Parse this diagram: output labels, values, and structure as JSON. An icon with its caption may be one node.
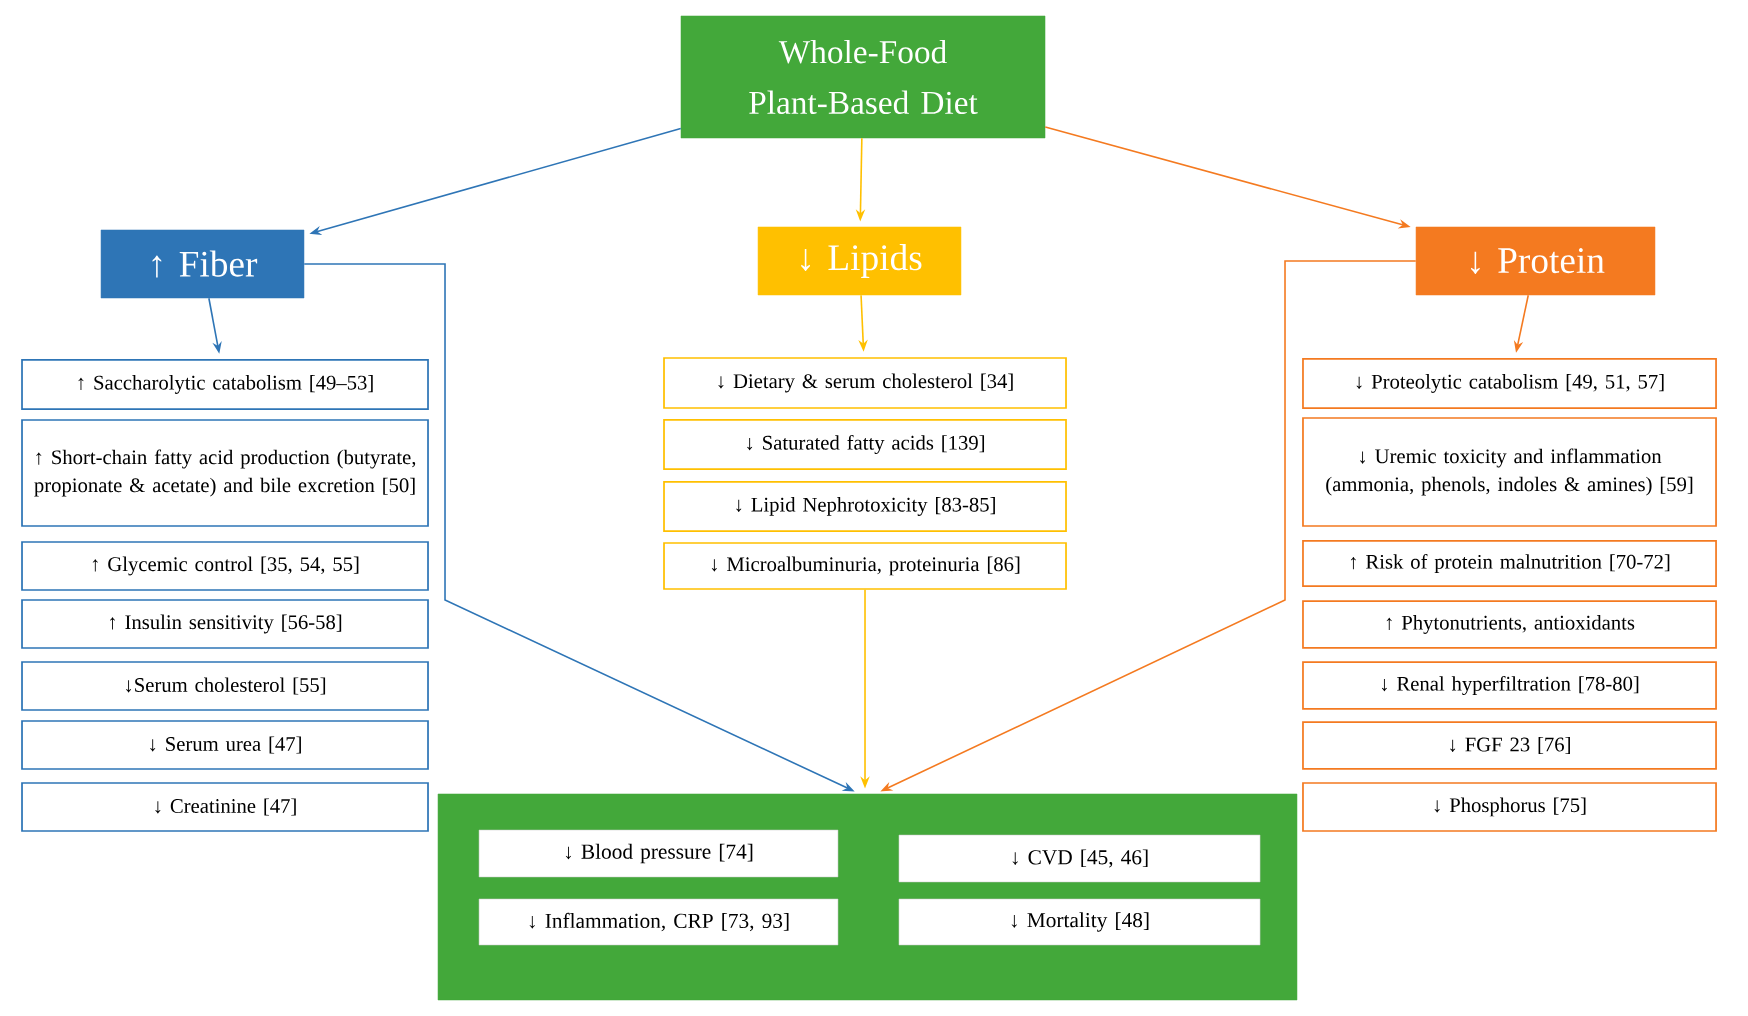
{
  "diagram": {
    "nodes": [
      {
        "text": [
          "Whole-Food Plant-Based Diet"
        ]
      },
      {
        "text": [
          "↑ Fiber"
        ]
      },
      {
        "text": [
          "↓ Lipids"
        ]
      },
      {
        "text": [
          "↓ Protein"
        ]
      },
      {
        "text": [
          "↑ Saccharolytic catabolism [49–53]"
        ]
      },
      {
        "text": [
          "↑ Short-chain fatty acid production (butyrate, propionate & acetate) and bile excretion [50]"
        ]
      },
      {
        "text": [
          "↑ Glycemic control [35, 54, 55]"
        ]
      },
      {
        "text": [
          "↑ Insulin sensitivity [56-58]"
        ]
      },
      {
        "text": [
          "↓Serum cholesterol [55]"
        ]
      },
      {
        "text": [
          "↓ Serum urea [47]"
        ]
      },
      {
        "text": [
          "↓ Creatinine [47]"
        ]
      },
      {
        "text": [
          "↓ Dietary & serum cholesterol [34]"
        ]
      },
      {
        "text": [
          "↓ Saturated fatty acids [139]"
        ]
      },
      {
        "text": [
          "↓ Lipid Nephrotoxicity [83-85]"
        ]
      },
      {
        "text": [
          "↓ Microalbuminuria, proteinuria [86]"
        ]
      },
      {
        "text": [
          "↓ Proteolytic catabolism [49, 51, 57]"
        ]
      },
      {
        "text": [
          "↓ Uremic toxicity and inflammation (ammonia, phenols, indoles & amines) [59]"
        ]
      },
      {
        "text": [
          "↑ Risk of protein malnutrition [70-72]"
        ]
      },
      {
        "text": [
          "↑ Phytonutrients, antioxidants"
        ]
      },
      {
        "text": [
          "↓ Renal hyperfiltration [78-80]"
        ]
      },
      {
        "text": [
          "↓ FGF 23 [76]"
        ]
      },
      {
        "text": [
          "↓ Phosphorus [75]"
        ]
      },
      {
        "text": [],
        "shape": "box"
      },
      {
        "text": [
          "↓ Blood pressure [74]"
        ],
        "in": 22
      },
      {
        "text": [
          "↓ CVD [45, 46]"
        ],
        "in": 22
      },
      {
        "text": [
          "↓ Inflammation, CRP [73, 93]"
        ],
        "in": 22
      },
      {
        "text": [
          "↓ Mortality [48]"
        ],
        "in": 22
      }
    ],
    "edges": [
      {
        "from": 0,
        "to": 1,
        "arrow": "to",
        "color": "#2e75b6"
      },
      {
        "from": 0,
        "to": 2,
        "arrow": "to",
        "color": "#ffc000"
      },
      {
        "from": 0,
        "to": 3,
        "arrow": "to",
        "color": "#f47a20"
      },
      {
        "from": 1,
        "to": 4,
        "arrow": "to",
        "color": "#2e75b6"
      },
      {
        "from": 2,
        "to": 11,
        "arrow": "to",
        "color": "#ffc000"
      },
      {
        "from": 3,
        "to": 15,
        "arrow": "to",
        "color": "#f47a20"
      },
      {
        "from": 1,
        "to": 22,
        "arrow": "to",
        "color": "#2e75b6"
      },
      {
        "from": 14,
        "to": 22,
        "arrow": "to",
        "color": "#ffc000"
      },
      {
        "from": 3,
        "to": 22,
        "arrow": "to",
        "color": "#f47a20"
      }
    ]
  }
}
